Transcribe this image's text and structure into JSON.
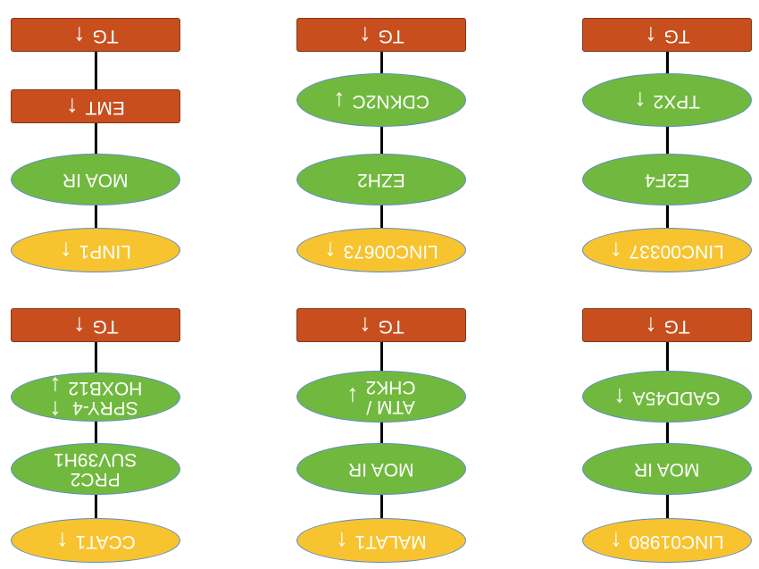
{
  "colors": {
    "rect": "#c84e1e",
    "green": "#71b93e",
    "yellow": "#f7c32f",
    "line": "#000000",
    "text": "#ffffff"
  },
  "columns": [
    {
      "nodes": [
        {
          "shape": "rect",
          "color": "rect",
          "text": "TG",
          "arrow": "down"
        },
        {
          "shape": "rect",
          "color": "rect",
          "text": "EMT",
          "arrow": "down"
        },
        {
          "shape": "ellipse",
          "color": "green",
          "text": "MOA IR",
          "arrow": ""
        },
        {
          "shape": "ellipse",
          "color": "yellow",
          "text": "LINP1",
          "arrow": "down"
        },
        {
          "shape": "rect",
          "color": "rect",
          "text": "TG",
          "arrow": "down"
        },
        {
          "shape": "ellipse",
          "color": "green",
          "text": "SPRY-4\nHOXB12",
          "arrow": "up-down"
        },
        {
          "shape": "ellipse",
          "color": "green",
          "text": "PRC2\nSUV39H1",
          "arrow": ""
        },
        {
          "shape": "ellipse",
          "color": "yellow",
          "text": "CCAT1",
          "arrow": "down"
        }
      ]
    },
    {
      "nodes": [
        {
          "shape": "rect",
          "color": "rect",
          "text": "TG",
          "arrow": "down"
        },
        {
          "shape": "ellipse",
          "color": "green",
          "text": "CDKN2C",
          "arrow": "up"
        },
        {
          "shape": "ellipse",
          "color": "green",
          "text": "EZH2",
          "arrow": ""
        },
        {
          "shape": "ellipse",
          "color": "yellow",
          "text": "LINC00673",
          "arrow": "down"
        },
        {
          "shape": "rect",
          "color": "rect",
          "text": "TG",
          "arrow": "down"
        },
        {
          "shape": "ellipse",
          "color": "green",
          "text": "ATM /\nCHK2",
          "arrow": "up"
        },
        {
          "shape": "ellipse",
          "color": "green",
          "text": "MOA IR",
          "arrow": ""
        },
        {
          "shape": "ellipse",
          "color": "yellow",
          "text": "MALAT1",
          "arrow": "down"
        }
      ]
    },
    {
      "nodes": [
        {
          "shape": "rect",
          "color": "rect",
          "text": "TG",
          "arrow": "down"
        },
        {
          "shape": "ellipse",
          "color": "green",
          "text": "TPX2",
          "arrow": "down"
        },
        {
          "shape": "ellipse",
          "color": "green",
          "text": "E2F4",
          "arrow": ""
        },
        {
          "shape": "ellipse",
          "color": "yellow",
          "text": "LINC00337",
          "arrow": "down"
        },
        {
          "shape": "rect",
          "color": "rect",
          "text": "TG",
          "arrow": "down"
        },
        {
          "shape": "ellipse",
          "color": "green",
          "text": "GADD45A",
          "arrow": "down"
        },
        {
          "shape": "ellipse",
          "color": "green",
          "text": "MOA IR",
          "arrow": ""
        },
        {
          "shape": "ellipse",
          "color": "yellow",
          "text": "LINC01980",
          "arrow": "down"
        }
      ]
    }
  ]
}
